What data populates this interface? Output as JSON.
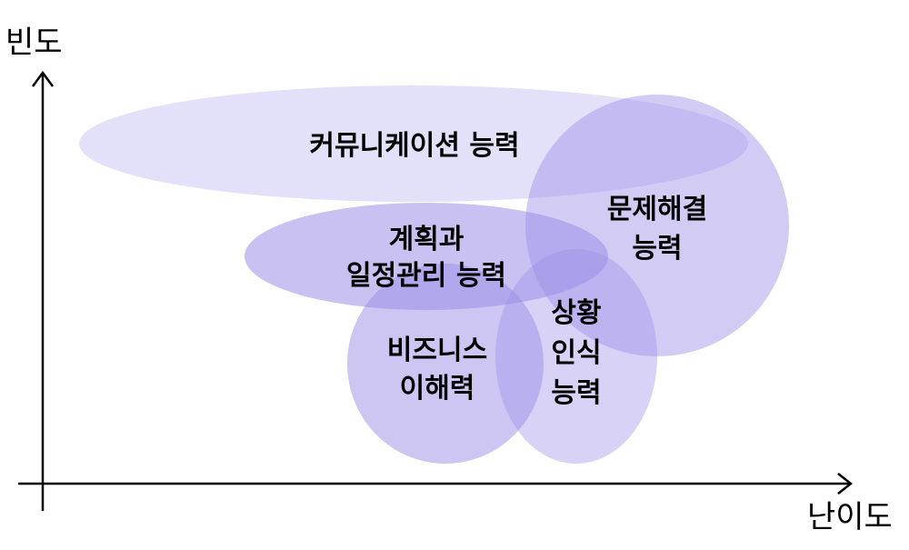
{
  "axes": {
    "y_label": "빈도",
    "x_label": "난이도"
  },
  "colors": {
    "ellipse_fill": "#9b8ee8",
    "axis": "#000000"
  },
  "blobs": {
    "communication": {
      "line1": "커뮤니케이션 능력"
    },
    "problem_solving": {
      "line1": "문제해결",
      "line2": "능력"
    },
    "planning": {
      "line1": "계획과",
      "line2": "일정관리 능력"
    },
    "business": {
      "line1": "비즈니스",
      "line2": "이해력"
    },
    "situational": {
      "line1": "상황",
      "line2": "인식",
      "line3": "능력"
    }
  }
}
